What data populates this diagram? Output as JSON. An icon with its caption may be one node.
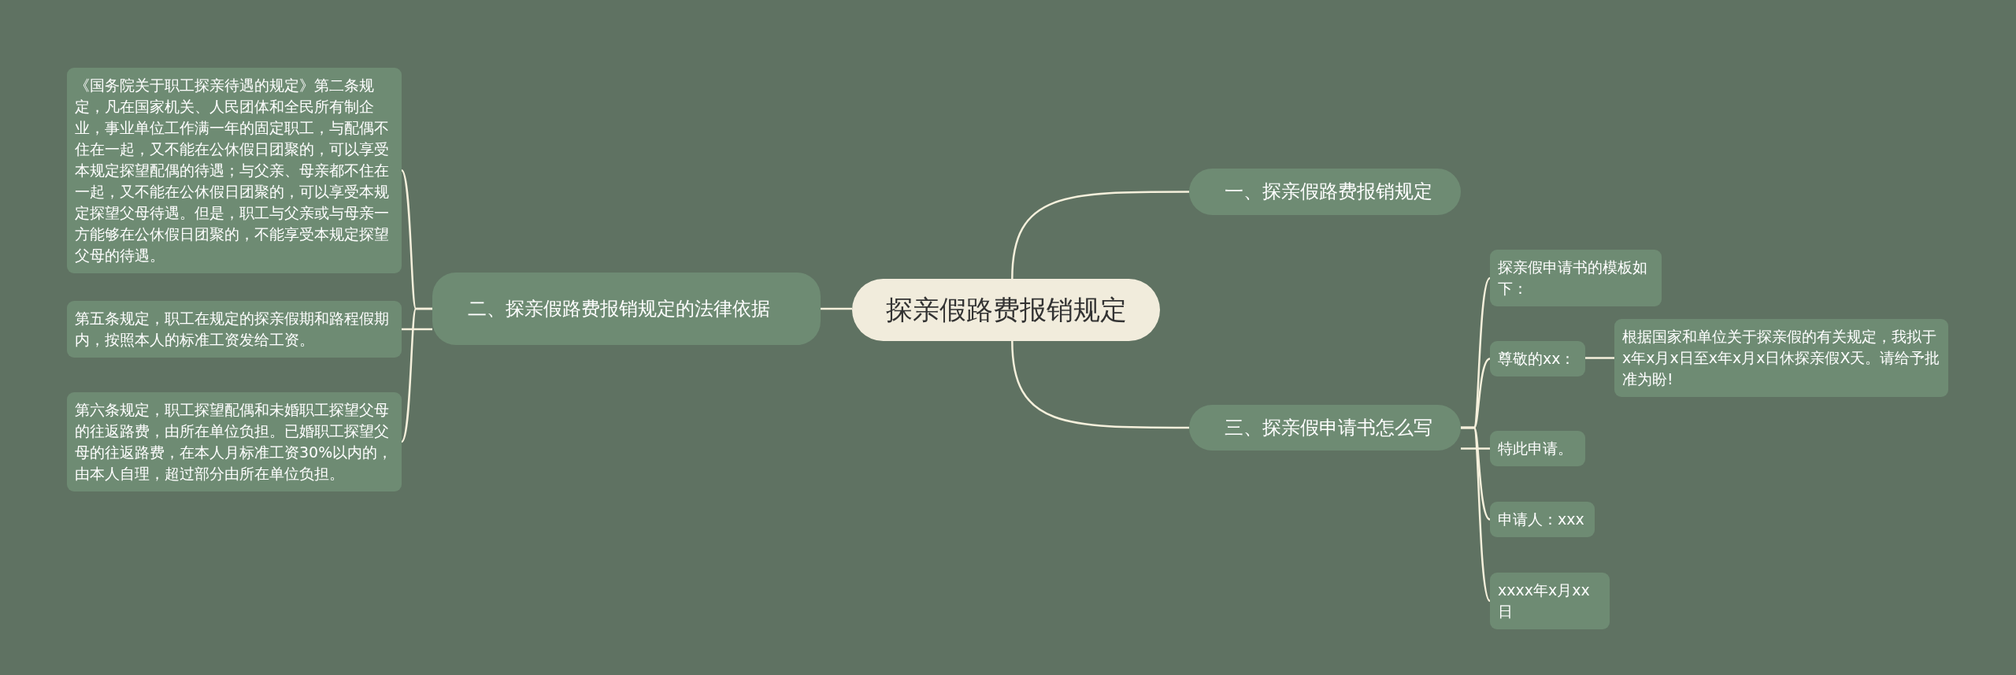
{
  "diagram": {
    "nodes": [
      {
        "text": [
          "探亲假路费报销规定"
        ]
      },
      {
        "text": [
          "一、探亲假路费报销规定"
        ]
      },
      {
        "text": [
          "二、探亲假路费报销规定的法律依据"
        ]
      },
      {
        "text": [
          "《国务院关于职工探亲待遇的规定》第二条规定，凡在国家机关、人民团体和全民所有制企业，事业单位工作满一年的固定职工，与配偶不住在一起，又不能在公休假日团聚的，可以享受本规定探望配偶的待遇；与父亲、母亲都不住在一起，又不能在公休假日团聚的，可以享受本规定探望父母待遇。但是，职工与父亲或与母亲一方能够在公休假日团聚的，不能享受本规定探望父母的待遇。"
        ]
      },
      {
        "text": [
          "第五条规定，职工在规定的探亲假期和路程假期内，按照本人的标准工资发给工资。"
        ]
      },
      {
        "text": [
          "第六条规定，职工探望配偶和未婚职工探望父母的往返路费，由所在单位负担。已婚职工探望父母的往返路费，在本人月标准工资30%以内的，由本人自理，超过部分由所在单位负担。"
        ]
      },
      {
        "text": [
          "三、探亲假申请书怎么写"
        ]
      },
      {
        "text": [
          "探亲假申请书的模板如下："
        ]
      },
      {
        "text": [
          "尊敬的xx："
        ]
      },
      {
        "text": [
          "根据国家和单位关于探亲假的有关规定，我拟于x年x月x日至x年x月x日休探亲假X天。请给予批准为盼!"
        ]
      },
      {
        "text": [
          "特此申请。"
        ]
      },
      {
        "text": [
          "申请人：xxx"
        ]
      },
      {
        "text": [
          "xxxx年x月xx日"
        ]
      }
    ],
    "edges": [
      {
        "from": 0,
        "to": 1,
        "arrow": "none"
      },
      {
        "from": 0,
        "to": 2,
        "arrow": "none"
      },
      {
        "from": 2,
        "to": 3,
        "arrow": "none"
      },
      {
        "from": 2,
        "to": 4,
        "arrow": "none"
      },
      {
        "from": 2,
        "to": 5,
        "arrow": "none"
      },
      {
        "from": 0,
        "to": 6,
        "arrow": "none"
      },
      {
        "from": 6,
        "to": 7,
        "arrow": "none"
      },
      {
        "from": 6,
        "to": 8,
        "arrow": "none"
      },
      {
        "from": 8,
        "to": 9,
        "arrow": "none"
      },
      {
        "from": 6,
        "to": 10,
        "arrow": "none"
      },
      {
        "from": 6,
        "to": 11,
        "arrow": "none"
      },
      {
        "from": 6,
        "to": 12,
        "arrow": "none"
      }
    ]
  }
}
